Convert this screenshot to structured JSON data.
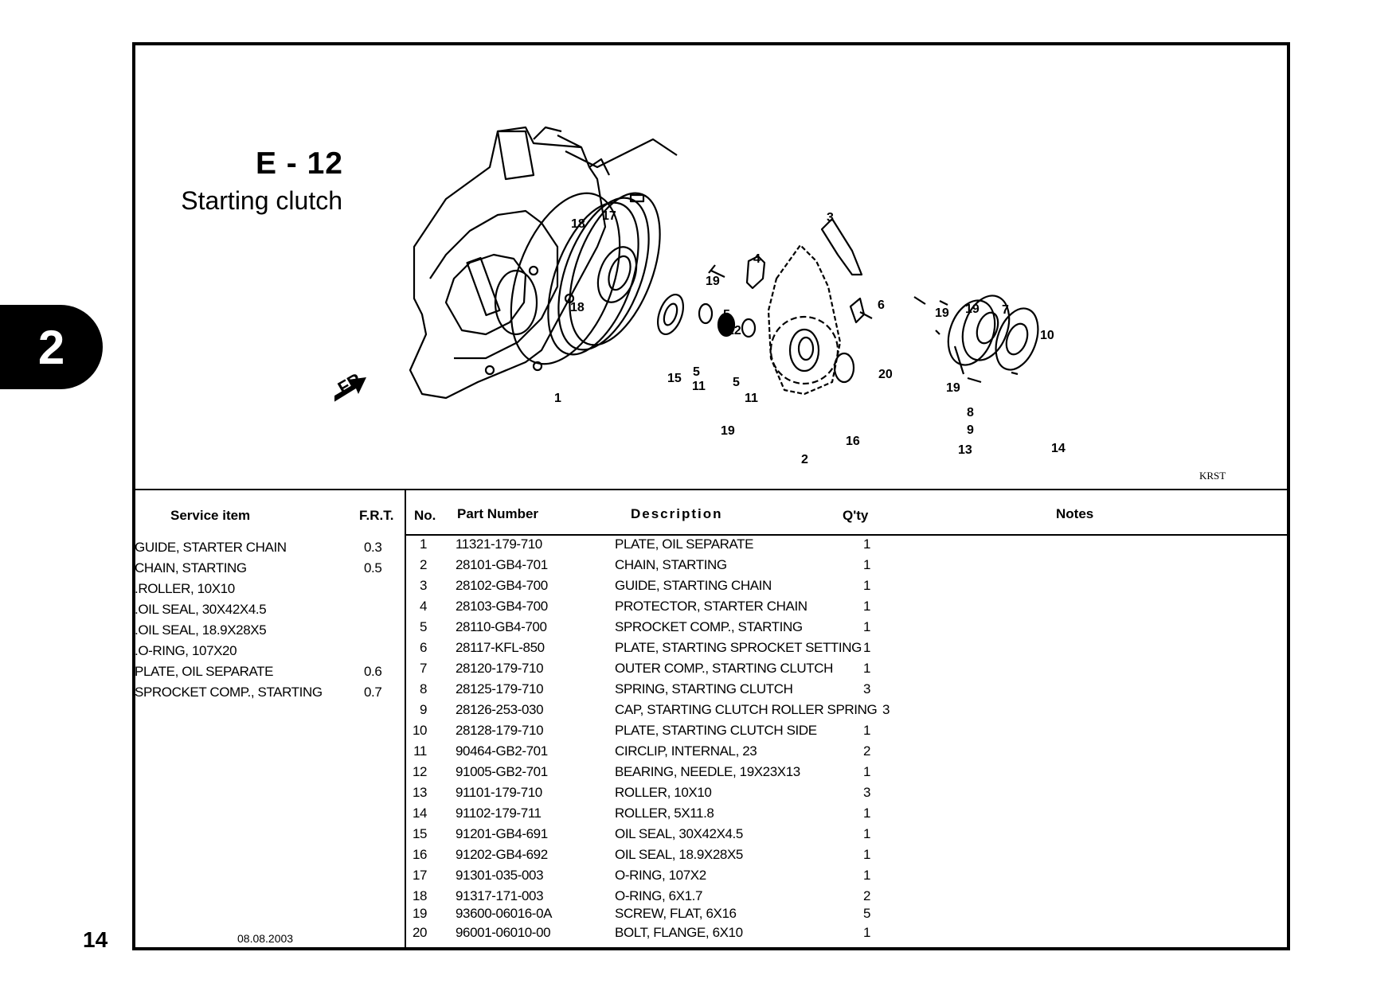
{
  "page": {
    "number": "14",
    "section_tab": "2",
    "code": "E - 12",
    "title": "Starting clutch",
    "diagram_code": "KRST",
    "date": "08.08.2003"
  },
  "diagram": {
    "direction_label": "FR",
    "callouts": [
      "1",
      "2",
      "3",
      "4",
      "5",
      "5",
      "5",
      "6",
      "7",
      "8",
      "9",
      "10",
      "11",
      "11",
      "12",
      "13",
      "14",
      "15",
      "16",
      "17",
      "18",
      "18",
      "19",
      "19",
      "19",
      "19",
      "19",
      "20"
    ]
  },
  "headers": {
    "service_item": "Service item",
    "frt": "F.R.T.",
    "no": "No.",
    "part_number": "Part Number",
    "description": "Description",
    "qty": "Q'ty",
    "notes": "Notes"
  },
  "service_items": [
    {
      "item": "GUIDE, STARTER CHAIN",
      "frt": "0.3"
    },
    {
      "item": "CHAIN, STARTING",
      "frt": "0.5"
    },
    {
      "item": ".ROLLER, 10X10",
      "frt": ""
    },
    {
      "item": ".OIL SEAL, 30X42X4.5",
      "frt": ""
    },
    {
      "item": ".OIL SEAL, 18.9X28X5",
      "frt": ""
    },
    {
      "item": ".O-RING, 107X20",
      "frt": ""
    },
    {
      "item": "PLATE, OIL SEPARATE",
      "frt": "0.6"
    },
    {
      "item": "SPROCKET COMP., STARTING",
      "frt": "0.7"
    }
  ],
  "parts": [
    {
      "no": "1",
      "part": "11321-179-710",
      "desc": "PLATE, OIL SEPARATE",
      "qty": "1"
    },
    {
      "no": "2",
      "part": "28101-GB4-701",
      "desc": "CHAIN, STARTING",
      "qty": "1"
    },
    {
      "no": "3",
      "part": "28102-GB4-700",
      "desc": "GUIDE, STARTING CHAIN",
      "qty": "1"
    },
    {
      "no": "4",
      "part": "28103-GB4-700",
      "desc": "PROTECTOR, STARTER CHAIN",
      "qty": "1"
    },
    {
      "no": "5",
      "part": "28110-GB4-700",
      "desc": "SPROCKET COMP., STARTING",
      "qty": "1"
    },
    {
      "no": "6",
      "part": "28117-KFL-850",
      "desc": "PLATE, STARTING SPROCKET SETTING",
      "qty": "1"
    },
    {
      "no": "7",
      "part": "28120-179-710",
      "desc": "OUTER COMP., STARTING CLUTCH",
      "qty": "1"
    },
    {
      "no": "8",
      "part": "28125-179-710",
      "desc": "SPRING, STARTING CLUTCH",
      "qty": "3"
    },
    {
      "no": "9",
      "part": "28126-253-030",
      "desc": "CAP, STARTING CLUTCH ROLLER SPRING",
      "qty": "3"
    },
    {
      "no": "10",
      "part": "28128-179-710",
      "desc": "PLATE, STARTING CLUTCH SIDE",
      "qty": "1"
    },
    {
      "no": "11",
      "part": "90464-GB2-701",
      "desc": "CIRCLIP, INTERNAL, 23",
      "qty": "2"
    },
    {
      "no": "12",
      "part": "91005-GB2-701",
      "desc": "BEARING, NEEDLE, 19X23X13",
      "qty": "1"
    },
    {
      "no": "13",
      "part": "91101-179-710",
      "desc": "ROLLER, 10X10",
      "qty": "3"
    },
    {
      "no": "14",
      "part": "91102-179-711",
      "desc": "ROLLER, 5X11.8",
      "qty": "1"
    },
    {
      "no": "15",
      "part": "91201-GB4-691",
      "desc": "OIL SEAL, 30X42X4.5",
      "qty": "1"
    },
    {
      "no": "16",
      "part": "91202-GB4-692",
      "desc": "OIL SEAL, 18.9X28X5",
      "qty": "1"
    },
    {
      "no": "17",
      "part": "91301-035-003",
      "desc": "O-RING, 107X2",
      "qty": "1"
    },
    {
      "no": "18",
      "part": "91317-171-003",
      "desc": "O-RING, 6X1.7",
      "qty": "2"
    },
    {
      "no": "19",
      "part": "93600-06016-0A",
      "desc": "SCREW, FLAT, 6X16",
      "qty": "5"
    },
    {
      "no": "20",
      "part": "96001-06010-00",
      "desc": "BOLT, FLANGE, 6X10",
      "qty": "1"
    }
  ]
}
